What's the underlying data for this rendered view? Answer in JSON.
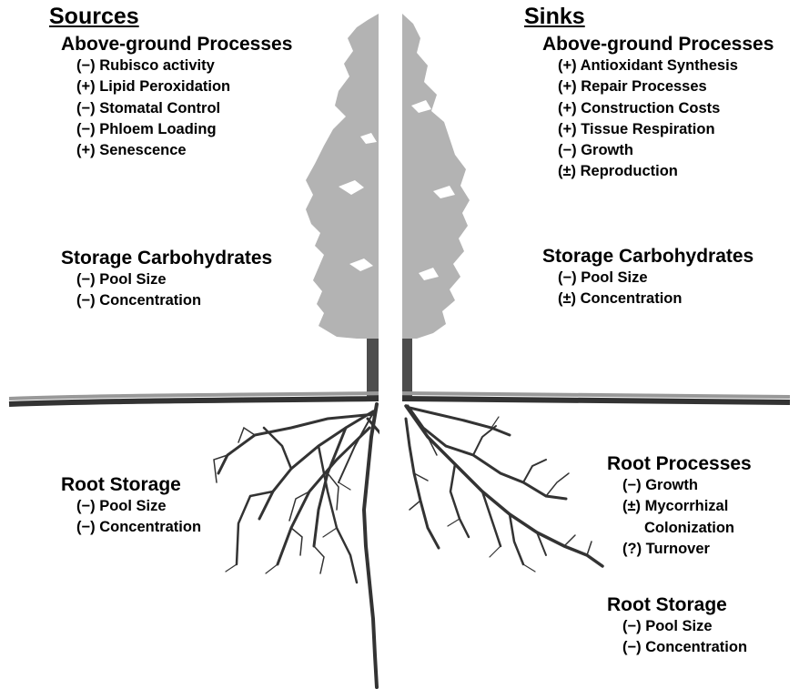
{
  "colors": {
    "canopy": "#b3b3b3",
    "trunk": "#4d4d4d",
    "root": "#333333",
    "ground_dark": "#333333",
    "ground_light": "#999999",
    "text": "#000000",
    "background": "#ffffff"
  },
  "sources": {
    "title": "Sources",
    "above_ground": {
      "heading": "Above-ground Processes",
      "items": [
        "(−) Rubisco activity",
        "(+) Lipid Peroxidation",
        "(−) Stomatal Control",
        "(−) Phloem Loading",
        "(+) Senescence"
      ]
    },
    "storage_carbohydrates": {
      "heading": "Storage Carbohydrates",
      "items": [
        "(−) Pool Size",
        "(−) Concentration"
      ]
    },
    "root_storage": {
      "heading": "Root Storage",
      "items": [
        "(−) Pool Size",
        "(−) Concentration"
      ]
    }
  },
  "sinks": {
    "title": "Sinks",
    "above_ground": {
      "heading": "Above-ground Processes",
      "items": [
        "(+) Antioxidant Synthesis",
        "(+) Repair Processes",
        "(+) Construction Costs",
        "(+) Tissue Respiration",
        "(−) Growth",
        "(±) Reproduction"
      ]
    },
    "storage_carbohydrates": {
      "heading": "Storage Carbohydrates",
      "items": [
        "(−) Pool Size",
        "(±) Concentration"
      ]
    },
    "root_processes": {
      "heading": "Root Processes",
      "items": [
        "(−) Growth",
        "(±) Mycorrhizal",
        "Colonization",
        "(?) Turnover"
      ]
    },
    "root_storage": {
      "heading": "Root Storage",
      "items": [
        "(−) Pool Size",
        "(−) Concentration"
      ]
    }
  }
}
